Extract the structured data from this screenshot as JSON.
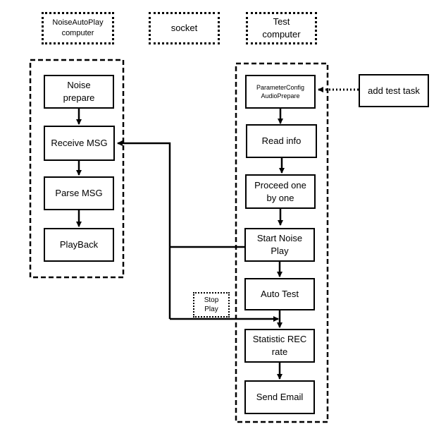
{
  "headers": {
    "noiseautoplay": "NoiseAutoPlay\ncomputer",
    "socket": "socket",
    "test": "Test\ncomputer"
  },
  "left_flow": {
    "noise_prepare": "Noise\nprepare",
    "receive_msg": "Receive MSG",
    "parse_msg": "Parse MSG",
    "playback": "PlayBack"
  },
  "right_flow": {
    "param_config": "ParameterConfig\nAudioPrepare",
    "read_info": "Read info",
    "proceed": "Proceed one\nby one",
    "start_noise": "Start Noise\nPlay",
    "auto_test": "Auto Test",
    "statistic": "Statistic REC\nrate",
    "send_email": "Send Email"
  },
  "add_test_task": "add test task",
  "stop_play": "Stop\nPlay"
}
